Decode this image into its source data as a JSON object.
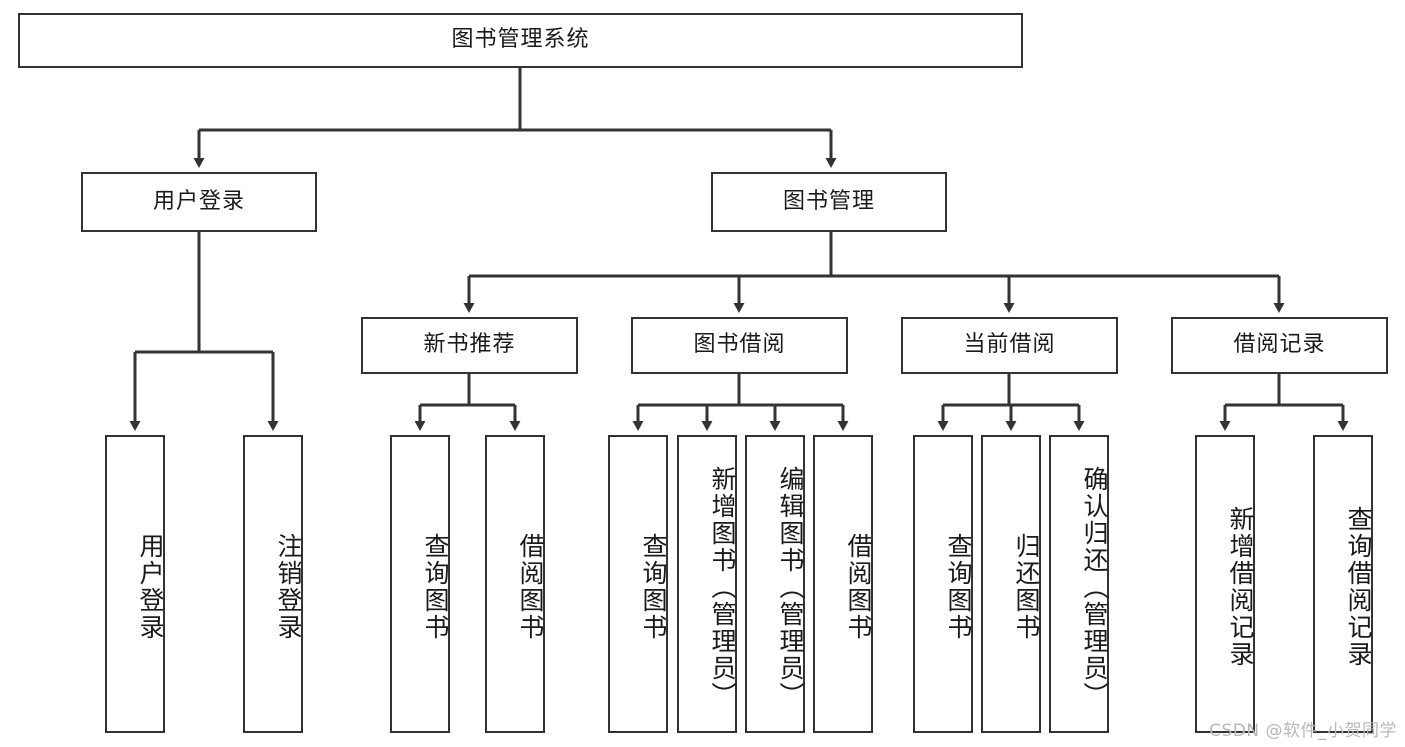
{
  "diagram": {
    "type": "hierarchy-tree",
    "title": "图书管理系统",
    "orientation": "top-down",
    "colors": {
      "box_border": "#333333",
      "box_fill": "#ffffff",
      "edge": "#333333",
      "text": "#1a1a1a",
      "watermark": "#b8b8b8"
    },
    "levels": {
      "root": {
        "label": "图书管理系统"
      },
      "level2": [
        {
          "id": "user-login",
          "label": "用户登录"
        },
        {
          "id": "book-management",
          "label": "图书管理"
        }
      ],
      "level3": [
        {
          "id": "new-book-recommend",
          "label": "新书推荐",
          "parent": "book-management"
        },
        {
          "id": "book-borrow",
          "label": "图书借阅",
          "parent": "book-management"
        },
        {
          "id": "current-borrow",
          "label": "当前借阅",
          "parent": "book-management"
        },
        {
          "id": "borrow-record",
          "label": "借阅记录",
          "parent": "book-management"
        }
      ],
      "leaves": [
        {
          "id": "leaf-user-login",
          "label": "用户登录",
          "parent": "user-login"
        },
        {
          "id": "leaf-logout-login",
          "label": "注销登录",
          "parent": "user-login"
        },
        {
          "id": "leaf-query-book-1",
          "label": "查询图书",
          "parent": "new-book-recommend"
        },
        {
          "id": "leaf-borrow-book-1",
          "label": "借阅图书",
          "parent": "new-book-recommend"
        },
        {
          "id": "leaf-query-book-2",
          "label": "查询图书",
          "parent": "book-borrow"
        },
        {
          "id": "leaf-add-book",
          "label": "新增图书（管理员）",
          "parent": "book-borrow"
        },
        {
          "id": "leaf-edit-book",
          "label": "编辑图书（管理员）",
          "parent": "book-borrow"
        },
        {
          "id": "leaf-borrow-book-2",
          "label": "借阅图书",
          "parent": "book-borrow"
        },
        {
          "id": "leaf-query-book-3",
          "label": "查询图书",
          "parent": "current-borrow"
        },
        {
          "id": "leaf-return-book",
          "label": "归还图书",
          "parent": "current-borrow"
        },
        {
          "id": "leaf-confirm-return",
          "label": "确认归还（管理员）",
          "parent": "current-borrow"
        },
        {
          "id": "leaf-add-record",
          "label": "新增借阅记录",
          "parent": "borrow-record"
        },
        {
          "id": "leaf-query-record",
          "label": "查询借阅记录",
          "parent": "borrow-record"
        }
      ]
    }
  },
  "watermark": {
    "text": "CSDN @软件_小贺同学"
  }
}
